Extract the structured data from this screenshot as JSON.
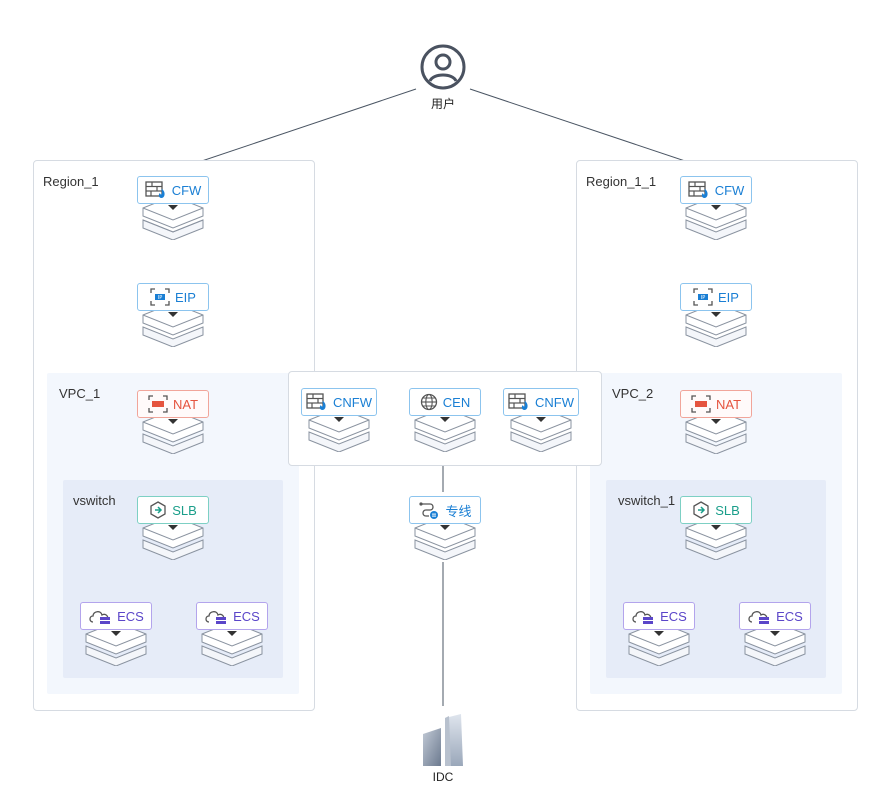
{
  "user": {
    "label": "用户",
    "icon": "user-icon"
  },
  "idc": {
    "label": "IDC",
    "icon": "building-icon"
  },
  "regions": {
    "left": {
      "label": "Region_1"
    },
    "right": {
      "label": "Region_1_1"
    }
  },
  "vpcs": {
    "left": {
      "label": "VPC_1"
    },
    "right": {
      "label": "VPC_2"
    }
  },
  "vswitches": {
    "left": {
      "label": "vswitch"
    },
    "right": {
      "label": "vswitch_1"
    }
  },
  "nodes": {
    "left_cfw": {
      "label": "CFW",
      "icon": "firewall-icon"
    },
    "left_eip": {
      "label": "EIP",
      "icon": "eip-icon"
    },
    "left_nat": {
      "label": "NAT",
      "icon": "nat-icon"
    },
    "left_slb": {
      "label": "SLB",
      "icon": "slb-icon"
    },
    "left_ecs_1": {
      "label": "ECS",
      "icon": "ecs-icon"
    },
    "left_ecs_2": {
      "label": "ECS",
      "icon": "ecs-icon"
    },
    "right_cfw": {
      "label": "CFW",
      "icon": "firewall-icon"
    },
    "right_eip": {
      "label": "EIP",
      "icon": "eip-icon"
    },
    "right_nat": {
      "label": "NAT",
      "icon": "nat-icon"
    },
    "right_slb": {
      "label": "SLB",
      "icon": "slb-icon"
    },
    "right_ecs_1": {
      "label": "ECS",
      "icon": "ecs-icon"
    },
    "right_ecs_2": {
      "label": "ECS",
      "icon": "ecs-icon"
    },
    "cnfw_1": {
      "label": "CNFW",
      "icon": "firewall-icon"
    },
    "cen": {
      "label": "CEN",
      "icon": "globe-icon"
    },
    "cnfw_2": {
      "label": "CNFW",
      "icon": "firewall-icon"
    },
    "express": {
      "label": "专线",
      "icon": "express-connect-icon"
    }
  },
  "colors": {
    "border": "#d6dbe2",
    "vpc_bg": "#f3f7fd",
    "vswitch_bg": "#e6ecf8",
    "blue": "#1a7fd4",
    "red": "#e5543f",
    "teal": "#1a9e8a",
    "purple": "#5b46c9",
    "line": "#4a5563"
  }
}
